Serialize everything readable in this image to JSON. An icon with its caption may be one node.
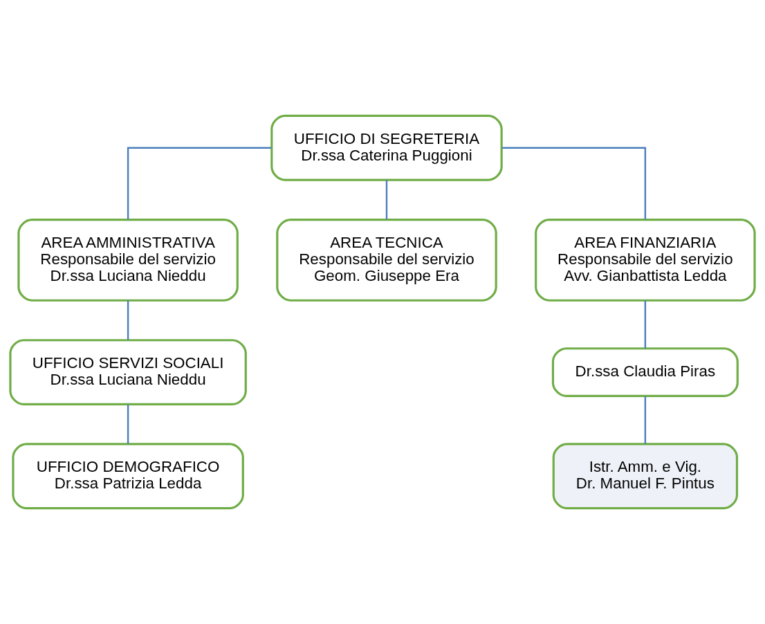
{
  "diagram": {
    "nodes": [
      {
        "text": [
          "UFFICIO DI SEGRETERIA",
          "Dr.ssa Caterina Puggioni"
        ]
      },
      {
        "text": [
          "AREA AMMINISTRATIVA",
          "Responsabile del servizio",
          "Dr.ssa Luciana Nieddu"
        ]
      },
      {
        "text": [
          "AREA TECNICA",
          "Responsabile del servizio",
          "Geom. Giuseppe Era"
        ]
      },
      {
        "text": [
          "AREA FINANZIARIA",
          "Responsabile del servizio",
          "Avv. Gianbattista Ledda"
        ]
      },
      {
        "text": [
          "UFFICIO SERVIZI SOCIALI",
          "Dr.ssa Luciana Nieddu"
        ]
      },
      {
        "text": [
          "UFFICIO DEMOGRAFICO",
          "Dr.ssa Patrizia Ledda"
        ]
      },
      {
        "text": [
          "Dr.ssa Claudia Piras"
        ]
      },
      {
        "text": [
          "Istr. Amm. e Vig.",
          "Dr. Manuel F. Pintus"
        ]
      }
    ],
    "edges": [
      {
        "from": 0,
        "to": 1,
        "arrow": "none"
      },
      {
        "from": 0,
        "to": 2,
        "arrow": "none"
      },
      {
        "from": 0,
        "to": 3,
        "arrow": "none"
      },
      {
        "from": 1,
        "to": 4,
        "arrow": "none"
      },
      {
        "from": 4,
        "to": 5,
        "arrow": "none"
      },
      {
        "from": 3,
        "to": 6,
        "arrow": "none"
      },
      {
        "from": 6,
        "to": 7,
        "arrow": "none"
      }
    ]
  }
}
